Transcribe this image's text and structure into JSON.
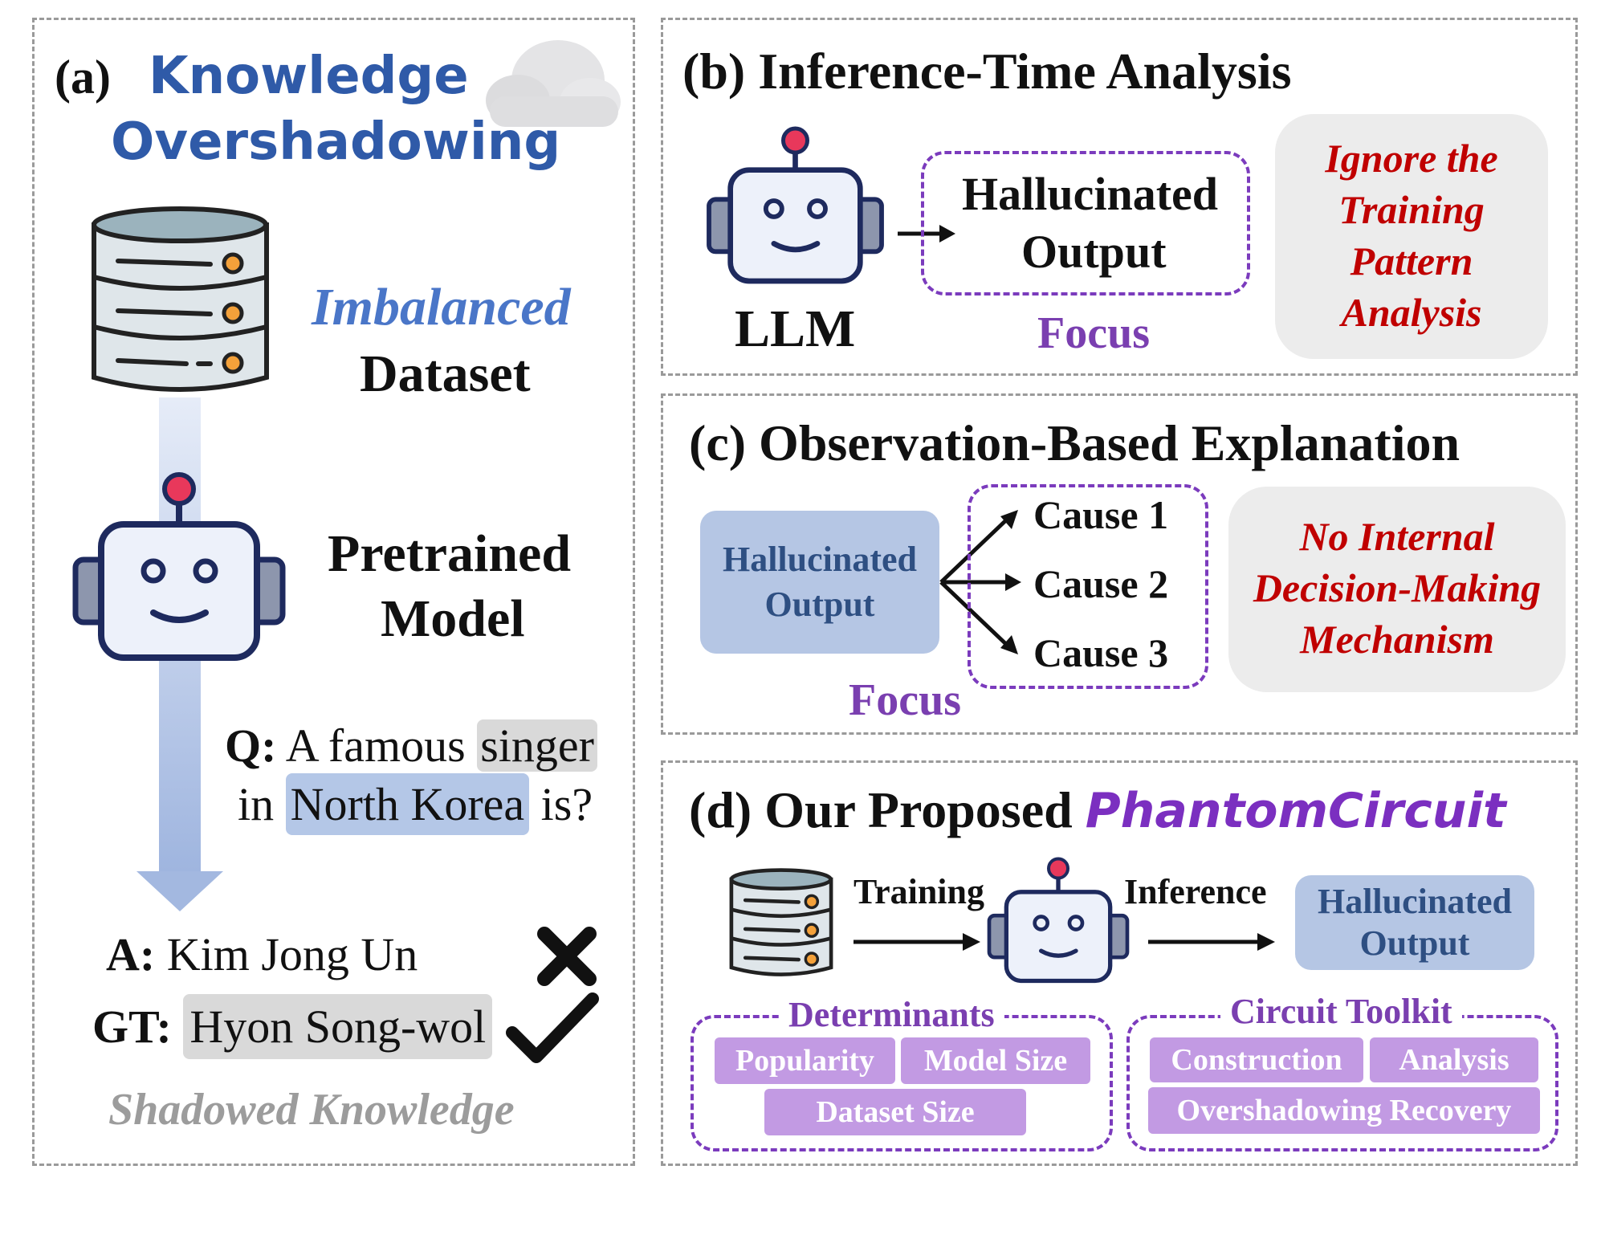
{
  "panel_a": {
    "label": "(a)",
    "title_line1": "Knowledge",
    "title_line2": "Overshadowing",
    "imbalanced": "Imbalanced",
    "dataset": "Dataset",
    "pretrained_line1": "Pretrained",
    "pretrained_line2": "Model",
    "q_prefix": "Q:",
    "q_text1": "A famous",
    "q_hl1": "singer",
    "q_in": "in",
    "q_hl2": "North Korea",
    "q_end": "is?",
    "a_prefix": "A:",
    "a_text": "Kim Jong Un",
    "gt_prefix": "GT:",
    "gt_text": "Hyon Song-wol",
    "shadowed": "Shadowed Knowledge"
  },
  "panel_b": {
    "title": "(b) Inference-Time Analysis",
    "llm": "LLM",
    "output_line1": "Hallucinated",
    "output_line2": "Output",
    "focus": "Focus",
    "note_line1": "Ignore the",
    "note_line2": "Training",
    "note_line3": "Pattern",
    "note_line4": "Analysis"
  },
  "panel_c": {
    "title": "(c) Observation-Based Explanation",
    "output_line1": "Hallucinated",
    "output_line2": "Output",
    "causes": [
      "Cause 1",
      "Cause 2",
      "Cause 3"
    ],
    "focus": "Focus",
    "note_line1": "No Internal",
    "note_line2": "Decision-Making",
    "note_line3": "Mechanism"
  },
  "panel_d": {
    "title_prefix": "(d) Our Proposed",
    "title_name": "PhantomCircuit",
    "training": "Training",
    "inference": "Inference",
    "output_line1": "Hallucinated",
    "output_line2": "Output",
    "determinants_label": "Determinants",
    "determinants": [
      "Popularity",
      "Model Size",
      "Dataset Size"
    ],
    "toolkit_label": "Circuit Toolkit",
    "toolkit": [
      "Construction",
      "Analysis",
      "Overshadowing Recovery"
    ]
  },
  "colors": {
    "title_blue": "#2f5aa8",
    "purple": "#7a3fb0",
    "red": "#c00000",
    "chip": "#c29ae3",
    "blue_box": "#b5c6e4"
  }
}
